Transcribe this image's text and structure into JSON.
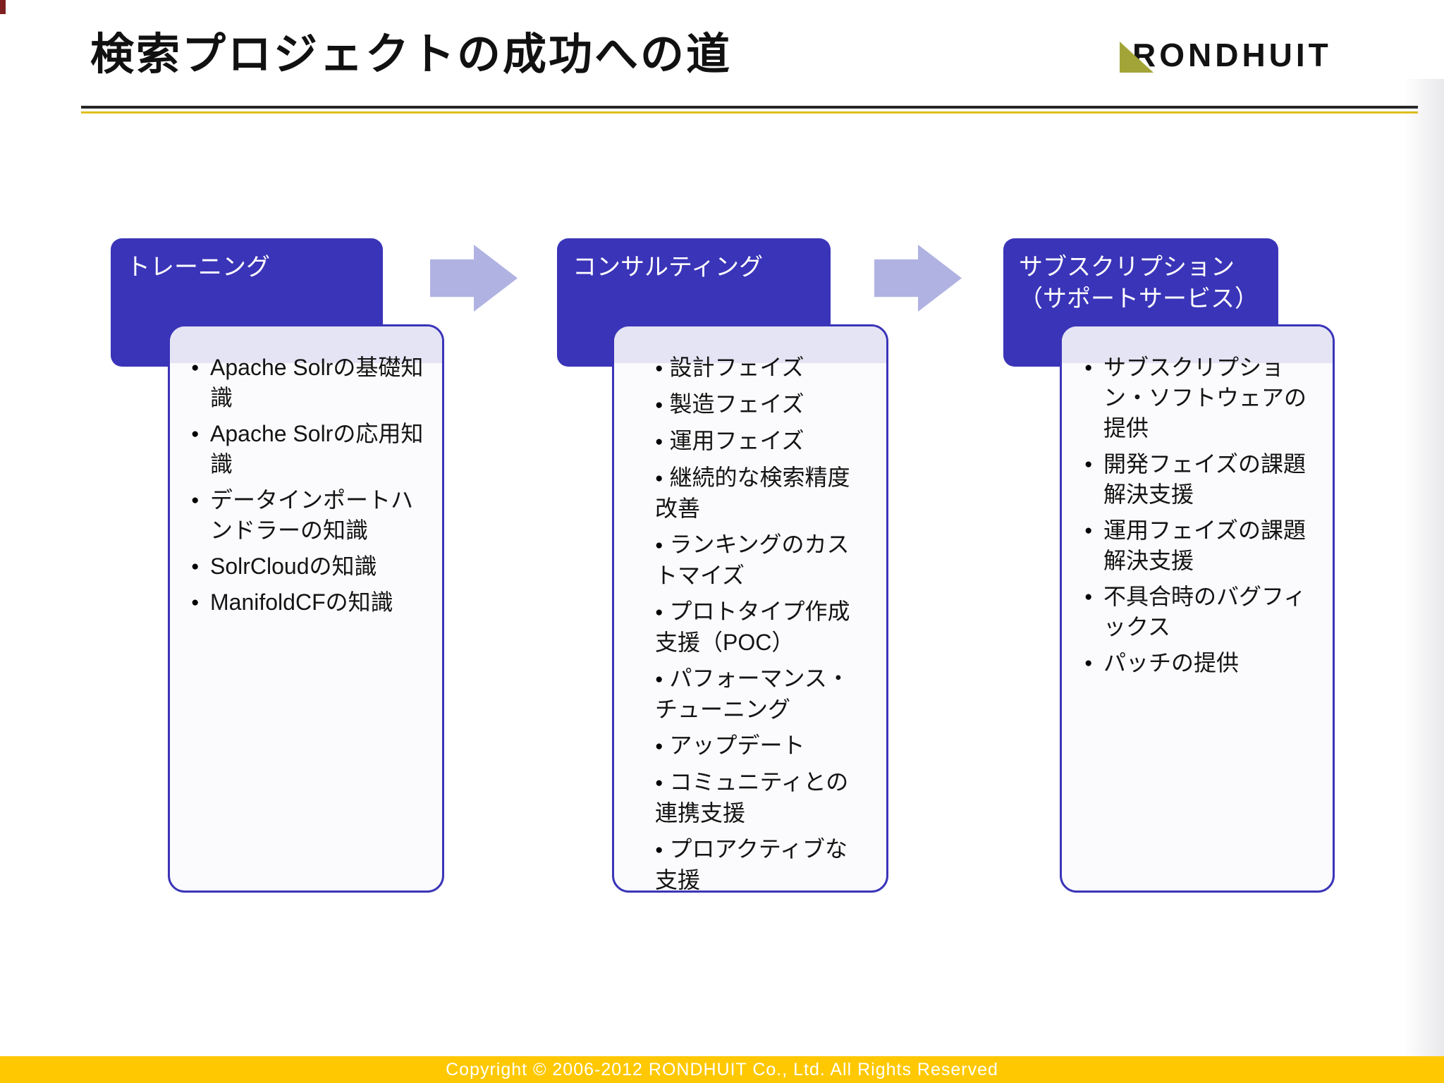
{
  "slide": {
    "title": "検索プロジェクトの成功への道",
    "logo_text": "RONDHUIT",
    "footer": "Copyright © 2006-2012 RONDHUIT Co., Ltd. All Rights Reserved"
  },
  "diagram": {
    "columns": [
      {
        "header": "トレーニング",
        "items": [
          "Apache Solrの基礎知識",
          "Apache Solrの応用知識",
          "データインポートハンドラーの知識",
          "SolrCloudの知識",
          "ManifoldCFの知識"
        ]
      },
      {
        "header": "コンサルティング",
        "items": [
          "設計フェイズ",
          "製造フェイズ",
          "運用フェイズ",
          "継続的な検索精度改善",
          "ランキングのカストマイズ",
          "プロトタイプ作成支援（POC）",
          "パフォーマンス・チューニング",
          "アップデート",
          "コミュニティとの連携支援",
          "プロアクティブな支援"
        ]
      },
      {
        "header": "サブスクリプション\n（サポートサービス）",
        "items": [
          "サブスクリプション・ソフトウェアの提供",
          "開発フェイズの課題解決支援",
          "運用フェイズの課題解決支援",
          "不具合時のバグフィックス",
          "パッチの提供"
        ]
      }
    ],
    "icons": [
      "right-arrow-icon",
      "right-arrow-icon"
    ]
  },
  "colors": {
    "header_blue": "#3a34b8",
    "band_lavender": "#e4e4f4",
    "arrow_periwinkle": "#b0b2e2",
    "footer_yellow": "#ffc800",
    "underline_dark": "#262626",
    "underline_gold": "#e2be1a",
    "logo_olive": "#a3a437",
    "text_dark": "#141414"
  }
}
